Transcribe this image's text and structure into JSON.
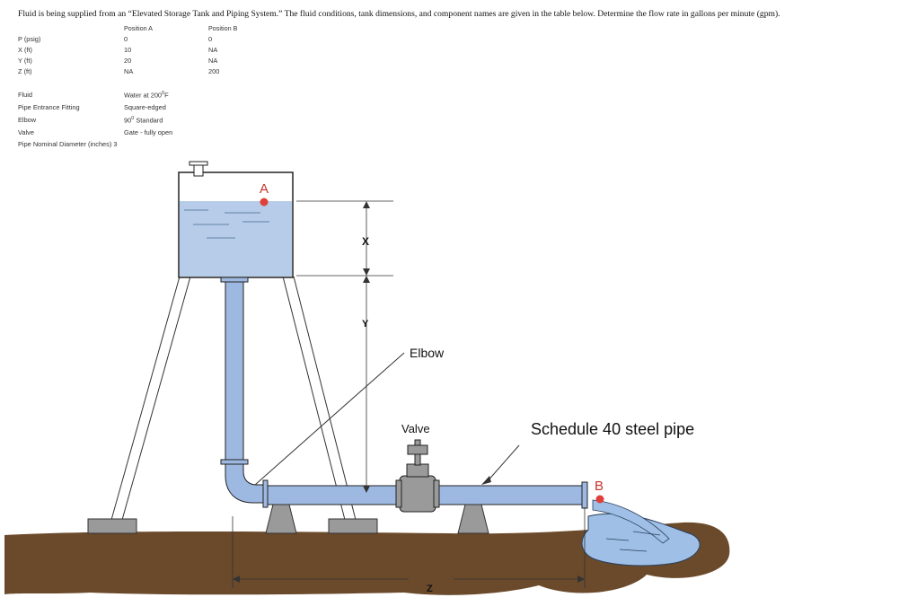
{
  "problem_text": "Fluid is being supplied from an “Elevated Storage Tank and Piping System.” The fluid conditions, tank dimensions, and component names are given in the table below. Determine the flow rate in gallons per minute (gpm).",
  "table": {
    "col_a": "Position A",
    "col_b": "Position B",
    "rows": [
      {
        "label": "P (psig)",
        "a": "0",
        "b": "0"
      },
      {
        "label": "X (ft)",
        "a": "10",
        "b": "NA"
      },
      {
        "label": "Y (ft)",
        "a": "20",
        "b": "NA"
      },
      {
        "label": "Z (ft)",
        "a": "NA",
        "b": "200"
      }
    ]
  },
  "properties": {
    "fluid_label": "Fluid",
    "fluid_value_prefix": "Water at 200",
    "fluid_value_unit": "F",
    "fluid_value_sup": "0",
    "entrance_label": "Pipe Entrance Fitting",
    "entrance_value": "Square-edged",
    "elbow_label": "Elbow",
    "elbow_value_num": "90",
    "elbow_value_sup": "0",
    "elbow_value_rest": "Standard",
    "valve_label": "Valve",
    "valve_value": "Gate - fully open",
    "diameter_label": "Pipe Nominal Diameter (inches)",
    "diameter_value": "3"
  },
  "diagram": {
    "point_a": "A",
    "point_b": "B",
    "x_label": "X",
    "y_label": "Y",
    "z_label": "Z",
    "elbow_label": "Elbow",
    "valve_label": "Valve",
    "pipe_label": "Schedule 40 steel pipe",
    "colors": {
      "water": "#b6cce8",
      "pipe": "#9db9e1",
      "ground": "#6b4a2b",
      "support": "#9a9a9a",
      "point": "#e0403a",
      "label_red": "#c8322b"
    }
  }
}
